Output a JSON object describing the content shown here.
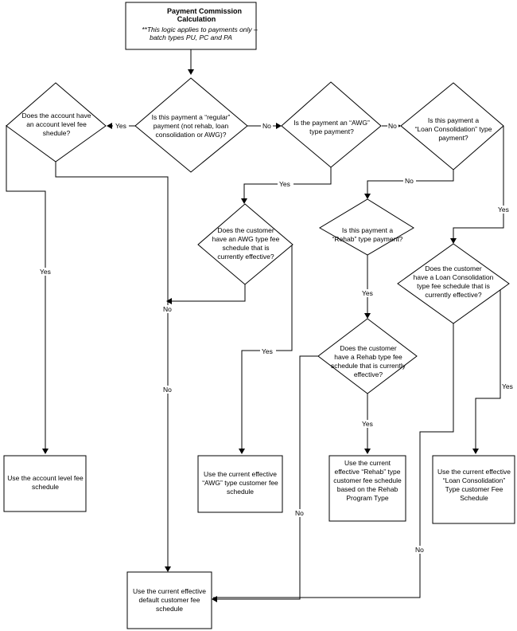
{
  "start": {
    "title": [
      "Payment Commission",
      "Calculation"
    ],
    "note": [
      "**This logic applies to payments only –",
      "batch types PU, PC and PA"
    ]
  },
  "decisions": {
    "regular": [
      "Is this payment a “regular”",
      "payment (not rehab, loan",
      "consolidation or AWG)?"
    ],
    "account_fee": [
      "Does the account have",
      "an account level fee",
      "shedule?"
    ],
    "awg": [
      "Is the payment an “AWG”",
      "type payment?"
    ],
    "loan": [
      "Is this payment a",
      "“Loan Consolidation” type",
      "payment?"
    ],
    "awg_schedule": [
      "Does the customer",
      "have an AWG type fee",
      "schedule that is",
      "currently effective?"
    ],
    "rehab": [
      "Is this payment a",
      "“Rehab” type payment?"
    ],
    "loan_schedule": [
      "Does the customer",
      "have a Loan Consolidation",
      "type fee schedule that is",
      "currently effective?"
    ],
    "rehab_schedule": [
      "Does the customer",
      "have a Rehab type fee",
      "schedule that is currently",
      "effective?"
    ]
  },
  "actions": {
    "account": [
      "Use the account level fee",
      "schedule"
    ],
    "awg": [
      "Use the current effective",
      "“AWG” type customer fee",
      "schedule"
    ],
    "rehab": [
      "Use the current",
      "effective “Rehab” type",
      "customer fee schedule",
      "based on the Rehab",
      "Program Type"
    ],
    "loan": [
      "Use the current effective",
      "“Loan Consolidation”",
      "Type customer Fee",
      "Schedule"
    ],
    "default": [
      "Use the current effective",
      "default customer fee",
      "schedule"
    ]
  },
  "labels": {
    "yes": "Yes",
    "no": "No"
  }
}
